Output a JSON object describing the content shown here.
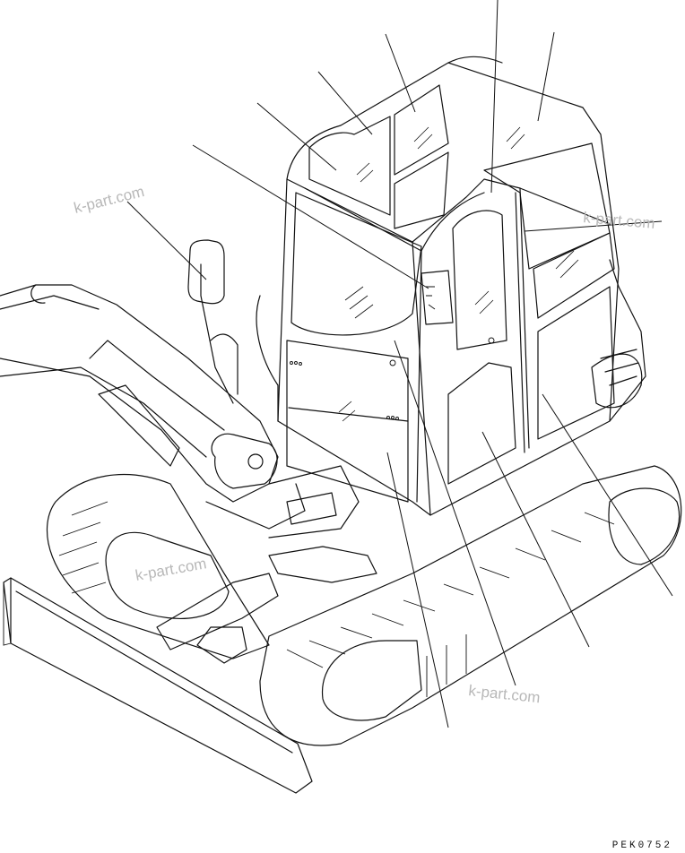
{
  "diagram": {
    "watermarks": [
      "k-part.com",
      "k-part.com",
      "k-part.com",
      "k-part.com"
    ],
    "drawing_code": "PEK0752"
  }
}
